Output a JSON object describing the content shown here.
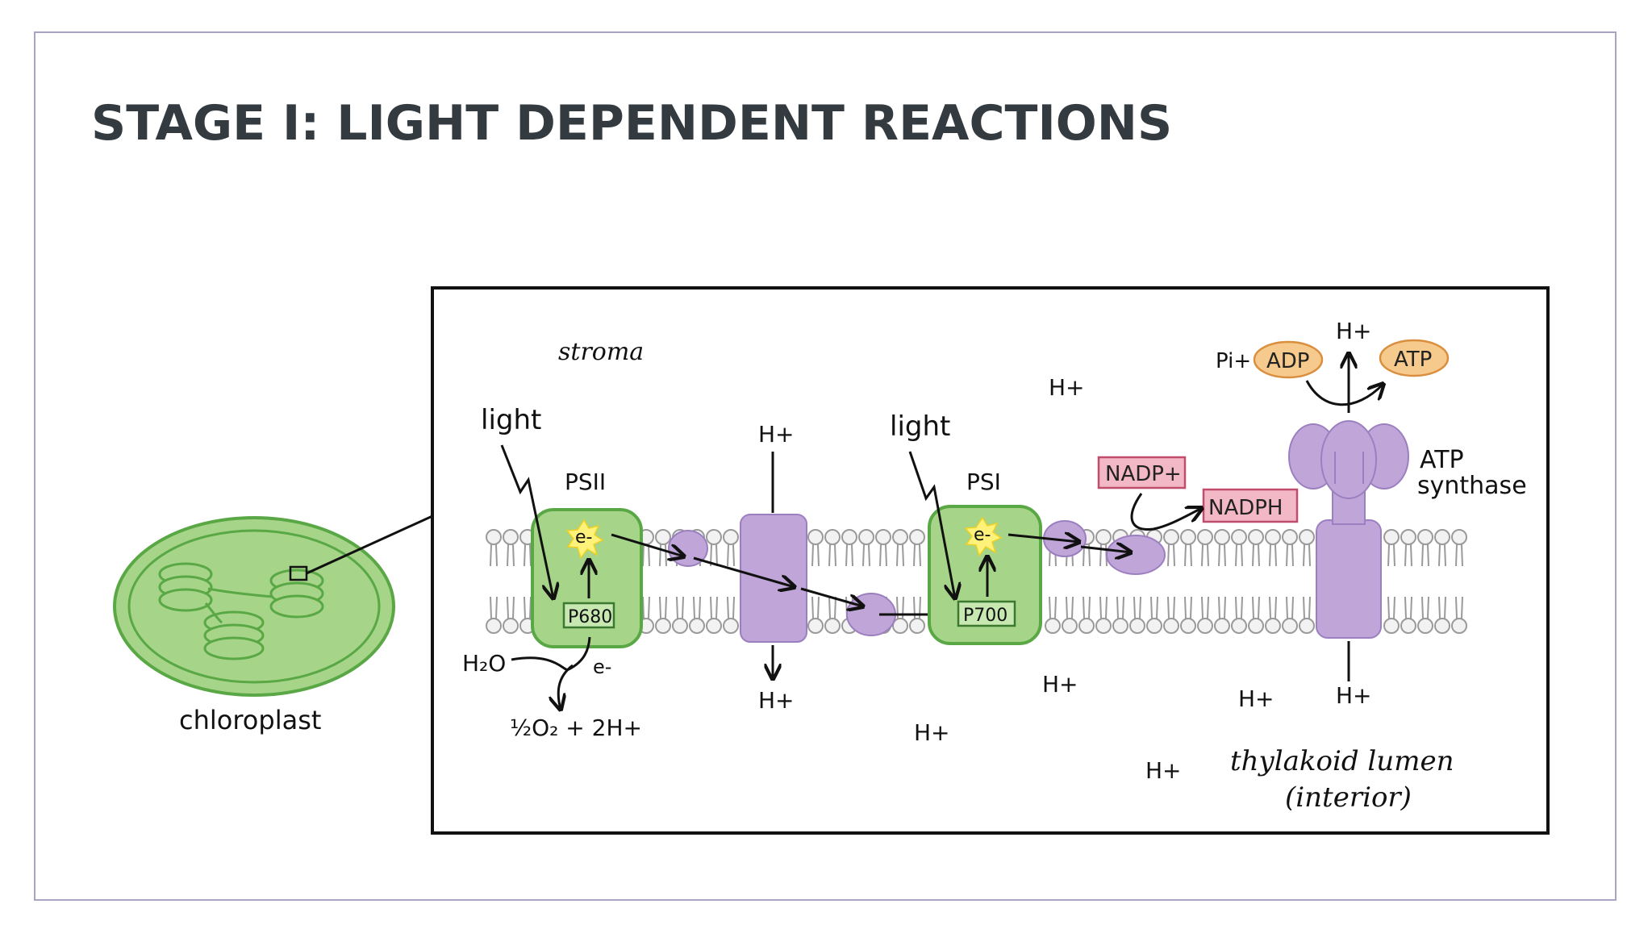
{
  "slide": {
    "title": "STAGE I: LIGHT DEPENDENT REACTIONS"
  },
  "diagram": {
    "chloroplast_label": "chloroplast",
    "stroma_label": "stroma",
    "lumen_label_line1": "thylakoid lumen",
    "lumen_label_line2": "(interior)",
    "light_label_1": "light",
    "light_label_2": "light",
    "psii_label": "PSII",
    "psi_label": "PSI",
    "p680_label": "P680",
    "p700_label": "P700",
    "electron_label": "e-",
    "water_label": "H₂O",
    "water_products_label": "½O₂ + 2H+",
    "proton_label": "H+",
    "nadp_label": "NADP+",
    "nadph_label": "NADPH",
    "pi_label": "Pi+",
    "adp_label": "ADP",
    "atp_label": "ATP",
    "atp_synthase_line1": "ATP",
    "atp_synthase_line2": "synthase"
  },
  "colors": {
    "membrane_protein_green": "#a6d58a",
    "membrane_protein_outline": "#5aa845",
    "carrier_purple": "#c0a6d8",
    "nadp_pink": "#f2b8c6",
    "nadp_outline": "#c04d6b",
    "adp_atp_orange": "#f6c98d",
    "adp_atp_outline": "#d98f3e",
    "electron_star": "#fff27a",
    "lipid_gray": "#bdbdbd"
  }
}
